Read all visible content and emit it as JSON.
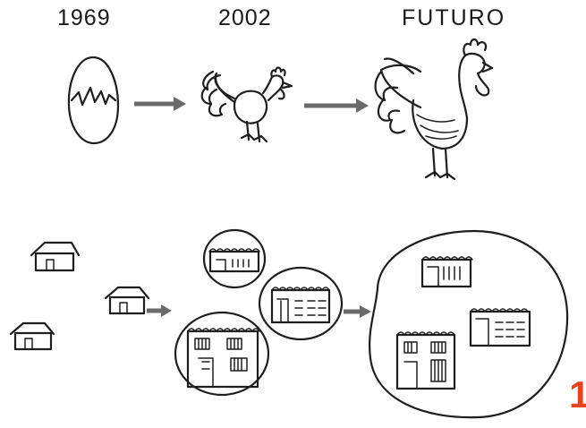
{
  "timeline": {
    "labels": [
      "1969",
      "2002",
      "FUTURO"
    ]
  },
  "figure_number": "1",
  "colors": {
    "ink": "#1e1e1e",
    "arrow": "#6a6a6a",
    "figure_number": "#e8421c"
  }
}
